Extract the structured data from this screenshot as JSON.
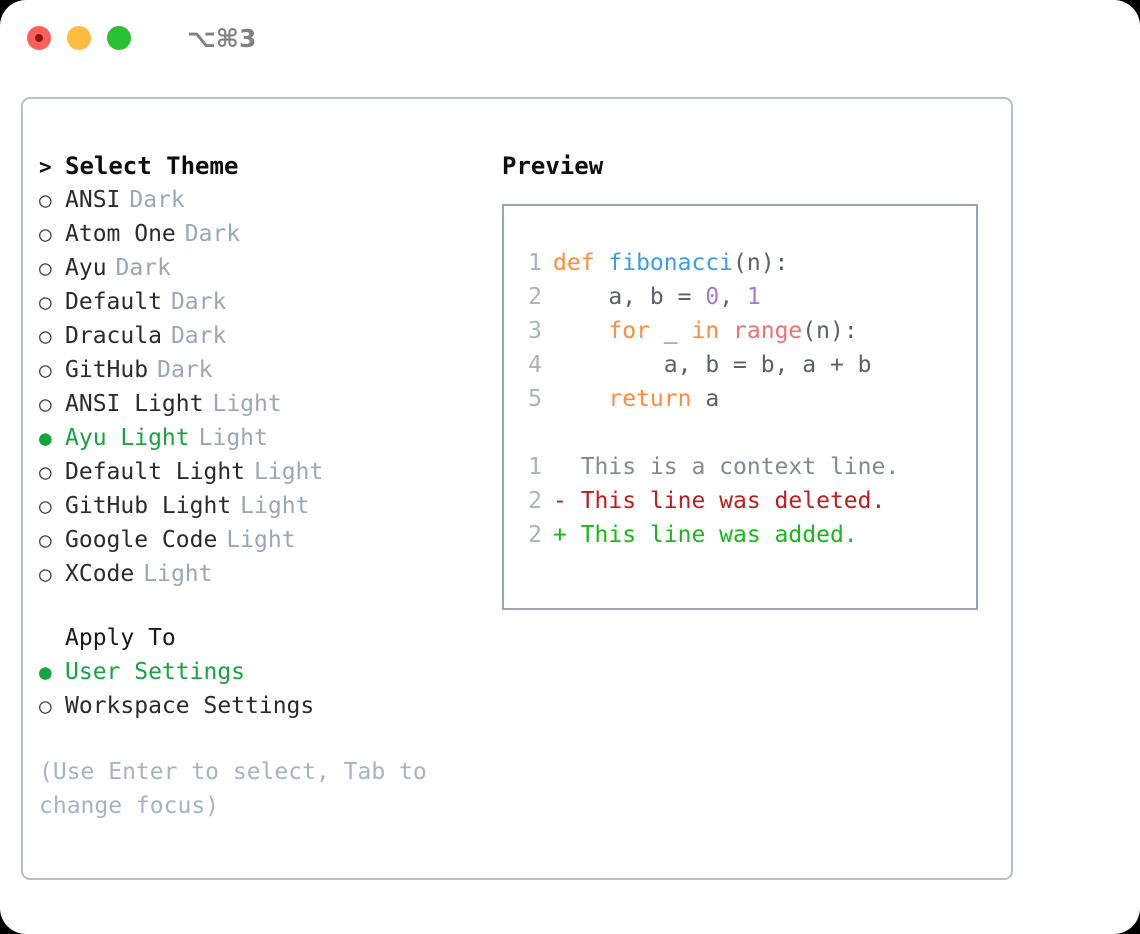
{
  "window": {
    "shortcut_label": "⌥⌘3",
    "traffic_lights": [
      "close-red",
      "minimize-yellow",
      "maximize-green"
    ]
  },
  "theme_picker": {
    "header_marker": ">",
    "header_label": "Select Theme",
    "marker_unselected": "○",
    "marker_selected": "●",
    "accent_color": "#17a33e",
    "tag_color": "#9aa7b8",
    "items": [
      {
        "label": "ANSI",
        "tag": "Dark",
        "selected": false
      },
      {
        "label": "Atom One",
        "tag": "Dark",
        "selected": false
      },
      {
        "label": "Ayu",
        "tag": "Dark",
        "selected": false
      },
      {
        "label": "Default",
        "tag": "Dark",
        "selected": false
      },
      {
        "label": "Dracula",
        "tag": "Dark",
        "selected": false
      },
      {
        "label": "GitHub",
        "tag": "Dark",
        "selected": false
      },
      {
        "label": "ANSI Light",
        "tag": "Light",
        "selected": false
      },
      {
        "label": "Ayu Light",
        "tag": "Light",
        "selected": true
      },
      {
        "label": "Default Light",
        "tag": "Light",
        "selected": false
      },
      {
        "label": "GitHub Light",
        "tag": "Light",
        "selected": false
      },
      {
        "label": "Google Code",
        "tag": "Light",
        "selected": false
      },
      {
        "label": "XCode",
        "tag": "Light",
        "selected": false
      }
    ]
  },
  "apply_to": {
    "header_label": "Apply To",
    "items": [
      {
        "label": "User Settings",
        "selected": true
      },
      {
        "label": "Workspace Settings",
        "selected": false
      }
    ]
  },
  "hint": {
    "text": "(Use Enter to select, Tab to change focus)"
  },
  "preview": {
    "title": "Preview",
    "border_color": "#98a5b5",
    "code_lines": [
      {
        "no": "1",
        "tokens": [
          {
            "t": "def ",
            "c": "tok-kw"
          },
          {
            "t": "fibonacci",
            "c": "tok-fn"
          },
          {
            "t": "(n):",
            "c": "tok-op"
          }
        ]
      },
      {
        "no": "2",
        "tokens": [
          {
            "t": "    a, b = ",
            "c": "tok-pln"
          },
          {
            "t": "0",
            "c": "tok-num"
          },
          {
            "t": ", ",
            "c": "tok-pln"
          },
          {
            "t": "1",
            "c": "tok-num"
          }
        ]
      },
      {
        "no": "3",
        "tokens": [
          {
            "t": "    ",
            "c": "tok-pln"
          },
          {
            "t": "for",
            "c": "tok-kw"
          },
          {
            "t": " _ ",
            "c": "tok-pln"
          },
          {
            "t": "in",
            "c": "tok-kw"
          },
          {
            "t": " ",
            "c": "tok-pln"
          },
          {
            "t": "range",
            "c": "tok-call"
          },
          {
            "t": "(n):",
            "c": "tok-op"
          }
        ]
      },
      {
        "no": "4",
        "tokens": [
          {
            "t": "        a, b = b, a + b",
            "c": "tok-pln"
          }
        ]
      },
      {
        "no": "5",
        "tokens": [
          {
            "t": "    ",
            "c": "tok-pln"
          },
          {
            "t": "return",
            "c": "tok-kw"
          },
          {
            "t": " a",
            "c": "tok-pln"
          }
        ]
      }
    ],
    "diff_lines": [
      {
        "no": "1",
        "text": "  This is a context line.",
        "kind": "diff-ctx"
      },
      {
        "no": "2",
        "text": "- This line was deleted.",
        "kind": "diff-del"
      },
      {
        "no": "2",
        "text": "+ This line was added.",
        "kind": "diff-add"
      }
    ]
  }
}
